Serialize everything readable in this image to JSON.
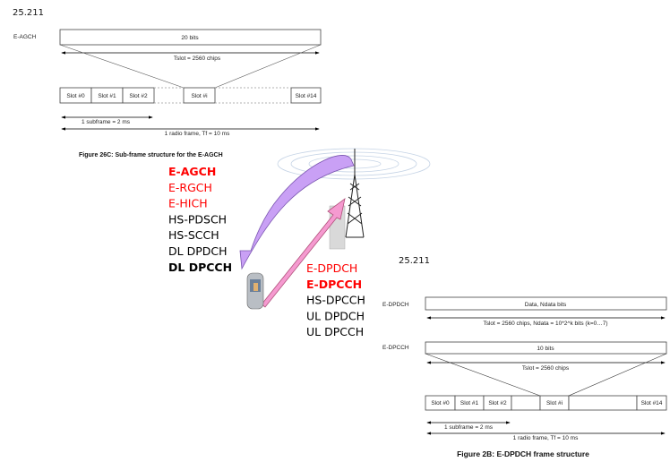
{
  "left_figure": {
    "spec": "25.211",
    "channel": "E-AGCH",
    "box_label": "20 bits",
    "tslot_label": "Tslot = 2560 chips",
    "slots": [
      "Slot #0",
      "Slot #1",
      "Slot #2",
      "Slot #i",
      "Slot #14"
    ],
    "subframe_label": "1 subframe = 2 ms",
    "radio_frame_label": "1 radio frame, Tf = 10 ms",
    "caption": "Figure 26C: Sub-frame structure for the E-AGCH"
  },
  "right_figure": {
    "spec": "25.211",
    "channel1": "E-DPDCH",
    "box1_label": "Data, Ndata bits",
    "arrow1_label": "Tslot = 2560 chips, Ndata = 10*2^k bits (k=0…7)",
    "channel2": "E-DPCCH",
    "box2_label": "10 bits",
    "arrow2_label": "Tslot = 2560 chips",
    "slots": [
      "Slot #0",
      "Slot #1",
      "Slot #2",
      "Slot #i",
      "Slot #14"
    ],
    "subframe_label": "1 subframe = 2 ms",
    "radio_frame_label": "1 radio frame, Tf = 10 ms",
    "caption": "Figure 2B: E-DPDCH frame structure"
  },
  "downlink_channels": [
    {
      "name": "E-AGCH",
      "color": "#ff0000",
      "bold": true
    },
    {
      "name": "E-RGCH",
      "color": "#ff0000",
      "bold": false
    },
    {
      "name": "E-HICH",
      "color": "#ff0000",
      "bold": false
    },
    {
      "name": "HS-PDSCH",
      "color": "#000000",
      "bold": false
    },
    {
      "name": "HS-SCCH",
      "color": "#000000",
      "bold": false
    },
    {
      "name": "DL DPDCH",
      "color": "#000000",
      "bold": false
    },
    {
      "name": "DL DPCCH",
      "color": "#000000",
      "bold": true
    }
  ],
  "uplink_channels": [
    {
      "name": "E-DPDCH",
      "color": "#ff0000",
      "bold": false
    },
    {
      "name": "E-DPCCH",
      "color": "#ff0000",
      "bold": true
    },
    {
      "name": "HS-DPCCH",
      "color": "#000000",
      "bold": false
    },
    {
      "name": "UL DPDCH",
      "color": "#000000",
      "bold": false
    },
    {
      "name": "UL DPCCH",
      "color": "#000000",
      "bold": false
    }
  ]
}
